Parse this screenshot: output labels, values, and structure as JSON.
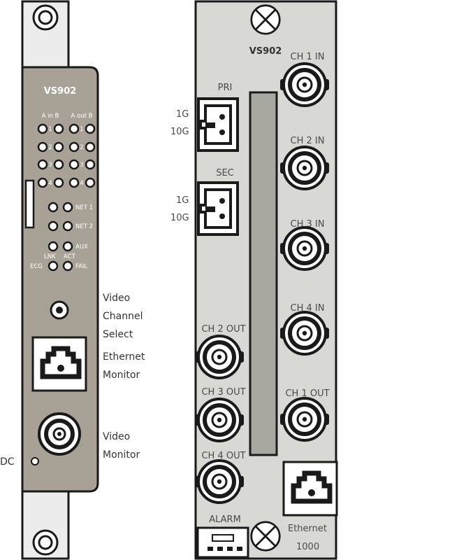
{
  "front_panel": {
    "model": "VS902",
    "led_header_a": "A in B",
    "led_header_b": "A out B",
    "led_rows": [
      "1",
      "2",
      "3",
      "4"
    ],
    "net1": "NET 1",
    "net2": "NET 2",
    "aux": "AUX",
    "ecg": "ECG",
    "lnk": "LNK",
    "act": "ACT",
    "fail": "FAIL",
    "video_channel_select": [
      "Video",
      "Channel",
      "Select"
    ],
    "ethernet_monitor": [
      "Ethernet",
      "Monitor"
    ],
    "video_monitor": [
      "Video",
      "Monitor"
    ],
    "dc": "DC"
  },
  "rear_panel": {
    "model": "VS902",
    "pri": "PRI",
    "sec": "SEC",
    "rate_1g": "1G",
    "rate_10g": "10G",
    "ch1_in": "CH 1 IN",
    "ch2_in": "CH 2 IN",
    "ch3_in": "CH 3 IN",
    "ch4_in": "CH 4 IN",
    "ch1_out": "CH 1 OUT",
    "ch2_out": "CH 2 OUT",
    "ch3_out": "CH 3 OUT",
    "ch4_out": "CH 4 OUT",
    "alarm": "ALARM",
    "ethernet": "Ethernet",
    "ethernet_speed": "1000"
  },
  "colors": {
    "front_panel_fill": "#a8a296",
    "rear_panel_fill": "#d8d8d4",
    "center_bar_fill": "#a8a8a0",
    "bracket_fill": "#ececec",
    "outline": "#1a1a1a",
    "front_text": "#ffffff",
    "rear_text": "#4a4a4a"
  }
}
